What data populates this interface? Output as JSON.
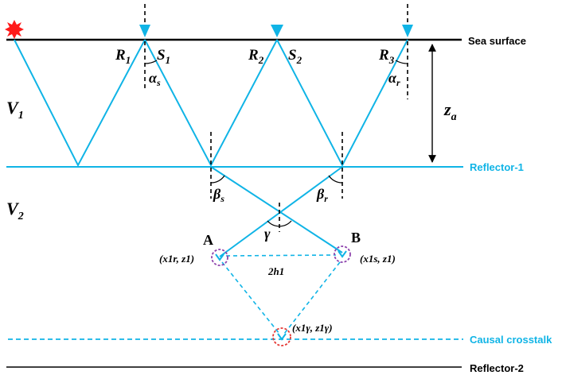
{
  "colors": {
    "ray": "#10B4E6",
    "source_star": "#FF0000",
    "circle_purple": "#8E44AD",
    "circle_red": "#E53935",
    "line": "#000000"
  },
  "labels": {
    "sea_surface": "Sea surface",
    "reflector_1": "Reflector-1",
    "causal_crosstalk": "Causal crosstalk",
    "reflector_2": "Reflector-2",
    "v1": "V",
    "v1_sub": "1",
    "v2": "V",
    "v2_sub": "2",
    "za": "z",
    "za_sub": "a",
    "r1": "R",
    "r1_sub": "1",
    "s1": "S",
    "s1_sub": "1",
    "r2": "R",
    "r2_sub": "2",
    "s2": "S",
    "s2_sub": "2",
    "r3": "R",
    "r3_sub": "3",
    "alpha_s": "α",
    "alpha_s_sub": "s",
    "alpha_r": "α",
    "alpha_r_sub": "r",
    "beta_s": "β",
    "beta_s_sub": "s",
    "beta_r": "β",
    "beta_r_sub": "r",
    "gamma": "γ",
    "point_a": "A",
    "point_b": "B",
    "coord_a": "(x1r, z1)",
    "coord_b": "(x1s, z1)",
    "coord_c": "(x1γ, z1γ)",
    "two_h": "2h1"
  },
  "icons": {
    "source": "red-star-source-icon",
    "receiver": "triangle-receiver-icon"
  }
}
